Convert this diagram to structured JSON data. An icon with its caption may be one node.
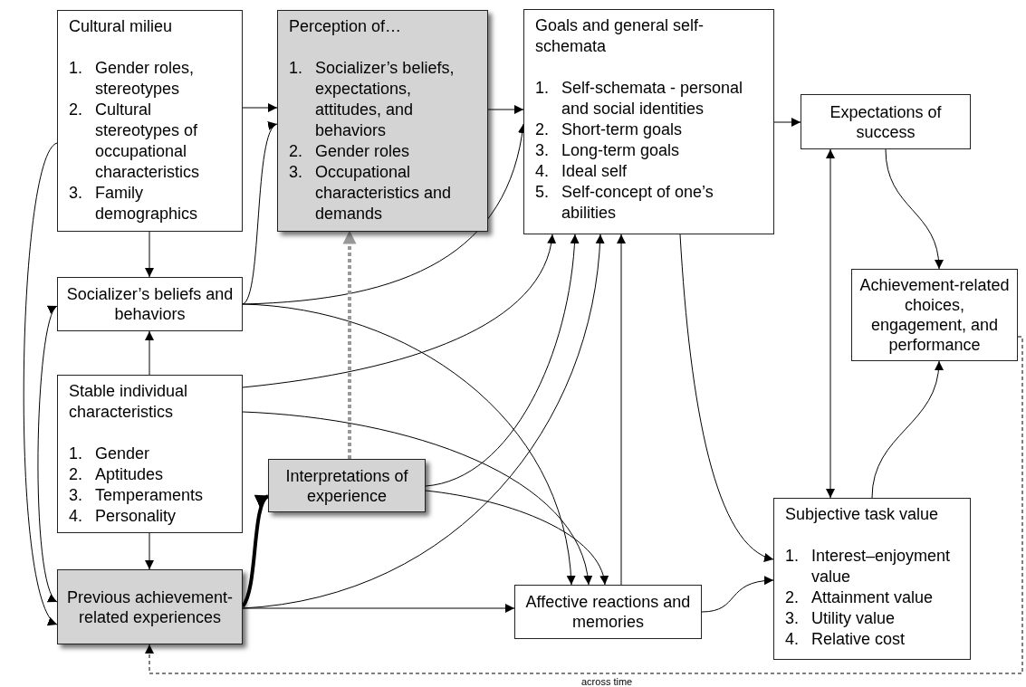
{
  "diagram": {
    "nodes": [
      {
        "text": [
          "Cultural milieu",
          "1. Gender roles, stereotypes",
          "2. Cultural stereotypes of occupational characteristics",
          "3. Family demographics"
        ]
      },
      {
        "text": [
          "Perception of…",
          "1. Socializer’s beliefs, expectations, attitudes, and behaviors",
          "2. Gender roles",
          "3. Occupational characteristics and demands"
        ]
      },
      {
        "text": [
          "Goals and general self-schemata",
          "1. Self-schemata - personal and social identities",
          "2. Short-term goals",
          "3. Long-term goals",
          "4. Ideal self",
          "5. Self-concept of one’s abilities"
        ]
      },
      {
        "text": [
          "Expectations of success"
        ]
      },
      {
        "text": [
          "Achievement-related choices, engagement, and performance"
        ]
      },
      {
        "text": [
          "Socializer’s beliefs and behaviors"
        ]
      },
      {
        "text": [
          "Stable individual characteristics",
          "1. Gender",
          "2. Aptitudes",
          "3. Temperaments",
          "4. Personality"
        ]
      },
      {
        "text": [
          "Interpretations of experience"
        ]
      },
      {
        "text": [
          "Previous achievement-related experiences"
        ]
      },
      {
        "text": [
          "Affective reactions and memories"
        ]
      },
      {
        "text": [
          "Subjective task value",
          "1. Interest–enjoyment value",
          "2. Attainment value",
          "3. Utility value",
          "4. Relative cost"
        ]
      }
    ],
    "edges": [
      {
        "from": 0,
        "to": 1,
        "arrow": "to"
      },
      {
        "from": 1,
        "to": 2,
        "arrow": "to"
      },
      {
        "from": 2,
        "to": 3,
        "arrow": "to"
      },
      {
        "from": 3,
        "to": 4,
        "arrow": "to"
      },
      {
        "from": 10,
        "to": 4,
        "arrow": "to"
      },
      {
        "from": 3,
        "to": 10,
        "arrow": "both"
      },
      {
        "from": 0,
        "to": 5,
        "arrow": "to"
      },
      {
        "from": 6,
        "to": 5,
        "arrow": "to"
      },
      {
        "from": 6,
        "to": 8,
        "arrow": "to"
      },
      {
        "from": 0,
        "to": 8,
        "arrow": "to"
      },
      {
        "from": 5,
        "to": 8,
        "arrow": "both"
      },
      {
        "from": 5,
        "to": 1,
        "arrow": "to"
      },
      {
        "from": 5,
        "to": 2,
        "arrow": "to"
      },
      {
        "from": 5,
        "to": 9,
        "arrow": "to"
      },
      {
        "from": 6,
        "to": 2,
        "arrow": "to"
      },
      {
        "from": 6,
        "to": 9,
        "arrow": "to"
      },
      {
        "from": 7,
        "to": 2,
        "arrow": "to"
      },
      {
        "from": 7,
        "to": 9,
        "arrow": "to"
      },
      {
        "from": 8,
        "to": 2,
        "arrow": "to"
      },
      {
        "from": 8,
        "to": 9,
        "arrow": "to"
      },
      {
        "from": 9,
        "to": 2,
        "arrow": "to"
      },
      {
        "from": 8,
        "to": 7,
        "arrow": "to",
        "style": "thick"
      },
      {
        "from": 7,
        "to": 1,
        "arrow": "to",
        "style": "dashed",
        "color": "#999999"
      },
      {
        "from": 2,
        "to": 10,
        "arrow": "to"
      },
      {
        "from": 9,
        "to": 10,
        "arrow": "to"
      },
      {
        "from": 4,
        "to": 8,
        "arrow": "to",
        "style": "dashed",
        "label": "across time"
      }
    ]
  }
}
